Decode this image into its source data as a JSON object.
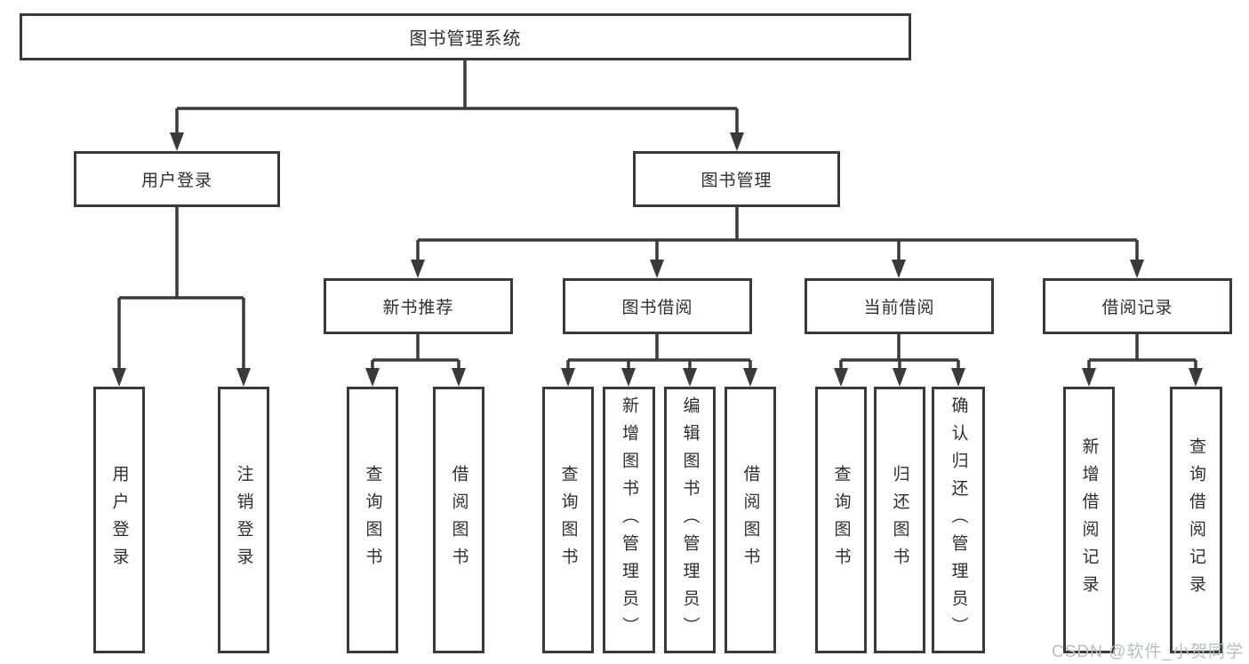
{
  "diagram": {
    "root": {
      "label": "图书管理系统"
    },
    "level2": [
      {
        "label": "用户登录",
        "parent": "图书管理系统"
      },
      {
        "label": "图书管理",
        "parent": "图书管理系统"
      }
    ],
    "level3": [
      {
        "label": "新书推荐",
        "parent": "图书管理"
      },
      {
        "label": "图书借阅",
        "parent": "图书管理"
      },
      {
        "label": "当前借阅",
        "parent": "图书管理"
      },
      {
        "label": "借阅记录",
        "parent": "图书管理"
      }
    ],
    "level4": [
      {
        "label": "用户登录",
        "parent": "用户登录"
      },
      {
        "label": "注销登录",
        "parent": "用户登录"
      },
      {
        "label": "查询图书",
        "parent": "新书推荐"
      },
      {
        "label": "借阅图书",
        "parent": "新书推荐"
      },
      {
        "label": "查询图书",
        "parent": "图书借阅"
      },
      {
        "label": "新增图书（管理员）",
        "parent": "图书借阅"
      },
      {
        "label": "编辑图书（管理员）",
        "parent": "图书借阅"
      },
      {
        "label": "借阅图书",
        "parent": "图书借阅"
      },
      {
        "label": "查询图书",
        "parent": "当前借阅"
      },
      {
        "label": "归还图书",
        "parent": "当前借阅"
      },
      {
        "label": "确认归还（管理员）",
        "parent": "当前借阅"
      },
      {
        "label": "新增借阅记录",
        "parent": "借阅记录"
      },
      {
        "label": "查询借阅记录",
        "parent": "借阅记录"
      }
    ],
    "watermark": "CSDN @软件_小贺同学",
    "colors": {
      "line": "#3a3a3a",
      "text": "#2f2f2f",
      "watermark": "#b9bcc2",
      "background": "#ffffff"
    }
  }
}
